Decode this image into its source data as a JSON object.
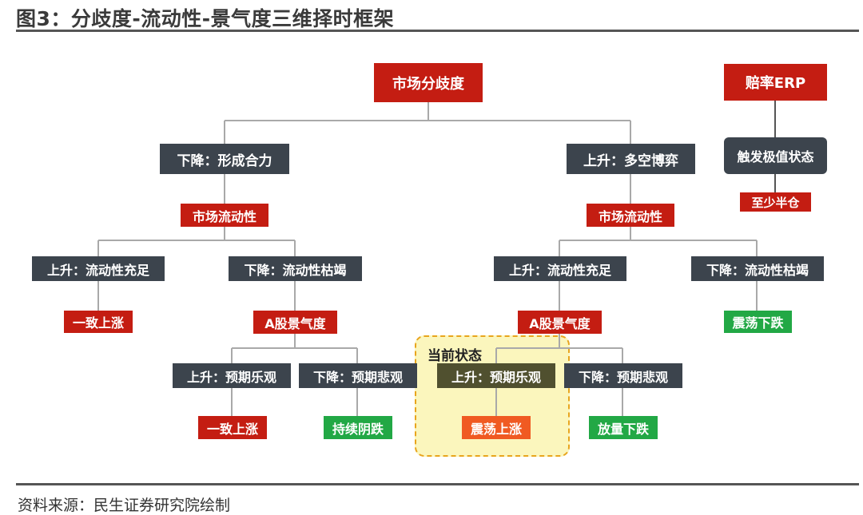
{
  "title": "图3：分歧度-流动性-景气度三维择时框架",
  "source": "资料来源：民生证券研究院绘制",
  "highlight_label": "当前状态",
  "root": "市场分歧度",
  "left": {
    "branch": "下降：形成合力",
    "liquidity": "市场流动性",
    "liq_up": "上升：流动性充足",
    "liq_down": "下降：流动性枯竭",
    "result_up": "一致上涨",
    "prosperity": "A股景气度",
    "exp_up": "上升：预期乐观",
    "exp_down": "下降：预期悲观",
    "result_exp_up": "一致上涨",
    "result_exp_down": "持续阴跌"
  },
  "right": {
    "branch": "上升：多空博弈",
    "liquidity": "市场流动性",
    "liq_up": "上升：流动性充足",
    "liq_down": "下降：流动性枯竭",
    "result_down": "震荡下跌",
    "prosperity": "A股景气度",
    "exp_up": "上升：预期乐观",
    "exp_down": "下降：预期悲观",
    "result_exp_up": "震荡上涨",
    "result_exp_down": "放量下跌"
  },
  "erp": {
    "title": "赔率ERP",
    "state": "触发极值状态",
    "action": "至少半仓"
  },
  "colors": {
    "red": "#c41d12",
    "dark": "#3c444d",
    "green": "#22a845",
    "orange": "#f05a22",
    "olive": "#50502f",
    "highlight_fill": "#fbf6bd",
    "highlight_border": "#e8a51d"
  }
}
